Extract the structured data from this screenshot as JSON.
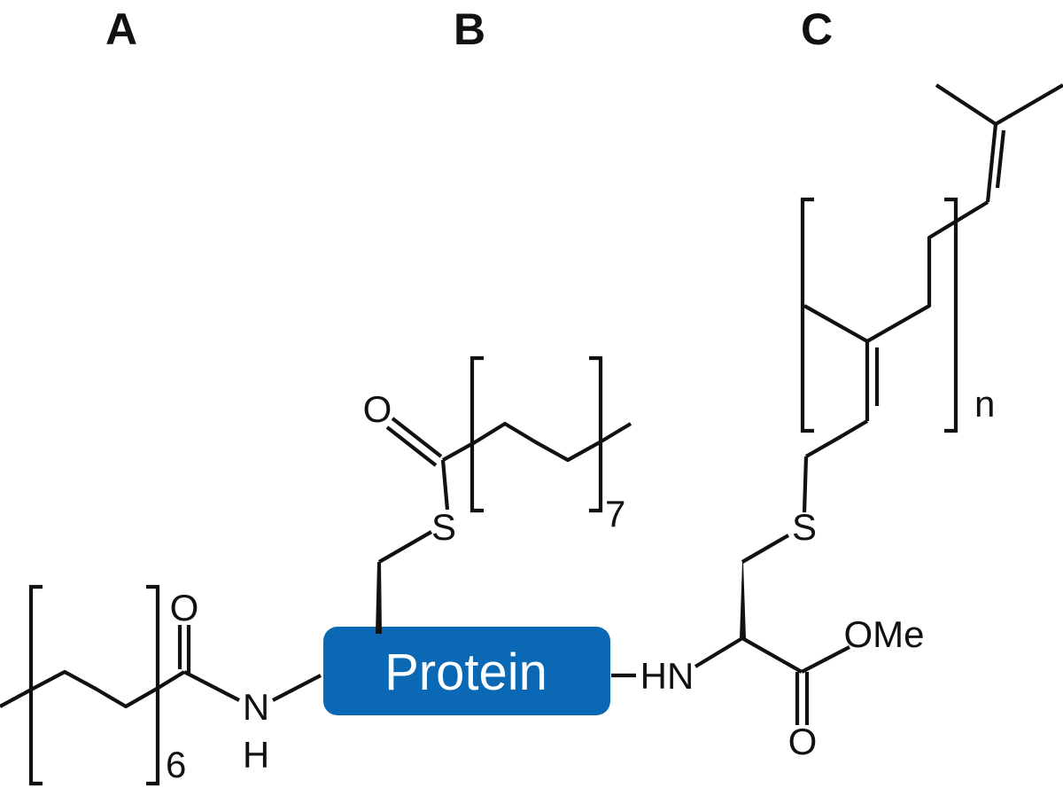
{
  "sections": {
    "a": "A",
    "b": "B",
    "c": "C"
  },
  "protein_label": "Protein",
  "colors": {
    "protein_box": "#0a68b4",
    "line": "#111111"
  },
  "atoms": {
    "a_oxygen": "O",
    "a_nitrogen": "N",
    "a_hydrogen": "H",
    "b_oxygen": "O",
    "b_sulfur": "S",
    "c_sulfur": "S",
    "c_hn": "HN",
    "c_ome": "OMe",
    "c_oxygen": "O"
  },
  "subscripts": {
    "a": "6",
    "b": "7",
    "c": "n"
  }
}
